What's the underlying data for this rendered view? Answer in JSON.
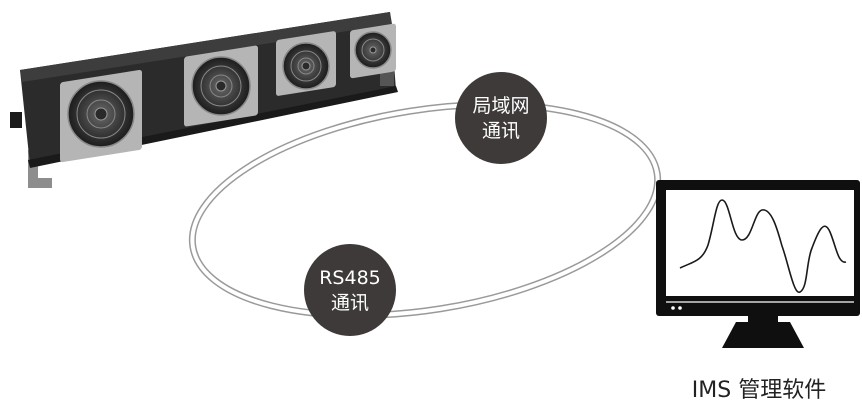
{
  "badges": {
    "lan": {
      "line1": "局域网",
      "line2": "通讯"
    },
    "rs485": {
      "line1": "RS485",
      "line2": "通讯"
    }
  },
  "software_label": "IMS 管理软件",
  "device": {
    "fan_count": 4
  },
  "colors": {
    "badge": "#3e3a39",
    "device_body": "#2b2b2b",
    "fan_plate": "#b5b5b5",
    "ring_stroke": "#9a9a9a",
    "monitor": "#0f0f0f"
  }
}
